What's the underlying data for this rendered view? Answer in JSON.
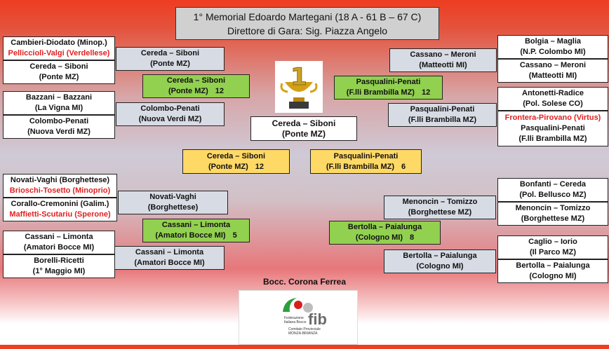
{
  "header": {
    "line1": "1° Memorial Edoardo Martegani (18 A - 61 B – 67 C)",
    "line2": "Direttore di Gara: Sig. Piazza Angelo"
  },
  "left": {
    "r1": [
      {
        "l1": "Cambieri-Diodato (Minop.)",
        "l2": "Pellicciolì-Valgi (Verdellese)",
        "l2_red": true
      },
      {
        "l1": "Cereda – Siboni",
        "l2": "(Ponte MZ)"
      },
      {
        "l1": "Bazzani – Bazzani",
        "l2": "(La Vigna MI)"
      },
      {
        "l1": "Colombo-Penati",
        "l2": "(Nuova Verdi MZ)"
      },
      {
        "l1": "Novati-Vaghi (Borghettese)",
        "l2": "Brioschi-Tosetto (Minoprio)",
        "l2_red": true
      },
      {
        "l1": "Corallo-Cremonini (Galim.)",
        "l2": "Maffietti-Scutariu (Sperone)",
        "l2_red": true
      },
      {
        "l1": "Cassani – Limonta",
        "l2": "(Amatori Bocce MI)"
      },
      {
        "l1": "Borelli-Ricetti",
        "l2": "(1° Maggio MI)"
      }
    ],
    "r2": [
      {
        "l1": "Cereda – Siboni",
        "l2": "(Ponte MZ)"
      },
      {
        "l1": "Colombo-Penati",
        "l2": "(Nuova Verdi MZ)"
      },
      {
        "l1": "Novati-Vaghi",
        "l2": "(Borghettese)"
      },
      {
        "l1": "Cassani – Limonta",
        "l2": "(Amatori Bocce MI)"
      }
    ],
    "qf": [
      {
        "l1": "Cereda – Siboni",
        "l2": "(Ponte MZ)",
        "score": "12"
      },
      {
        "l1": "Cassani – Limonta",
        "l2": "(Amatori Bocce MI)",
        "score": "5"
      }
    ],
    "sf": {
      "l1": "Cereda – Siboni",
      "l2": "(Ponte MZ)",
      "score": "12"
    }
  },
  "right": {
    "r1": [
      {
        "l1": "Bolgia – Maglia",
        "l2": "(N.P. Colombo MI)"
      },
      {
        "l1": "Cassano – Meroni",
        "l2": "(Matteotti MI)"
      },
      {
        "l1": "Antonetti-Radice",
        "l2": "(Pol. Solese CO)"
      },
      {
        "l1": "Frontera-Pirovano (Virtus)",
        "l1_red": true,
        "l2": "Pasqualini-Penati",
        "l3": "(F.lli Brambilla MZ)"
      },
      {
        "l1": "Bonfanti – Cereda",
        "l2": "(Pol. Bellusco MZ)"
      },
      {
        "l1": "Menoncin – Tomizzo",
        "l2": "(Borghettese MZ)"
      },
      {
        "l1": "Caglio – Iorio",
        "l2": "(Il Parco MZ)"
      },
      {
        "l1": "Bertolla – Paialunga",
        "l2": "(Cologno MI)"
      }
    ],
    "r2": [
      {
        "l1": "Cassano – Meroni",
        "l2": "(Matteotti MI)"
      },
      {
        "l1": "Pasqualini-Penati",
        "l2": "(F.lli Brambilla MZ)"
      },
      {
        "l1": "Menoncin – Tomizzo",
        "l2": "(Borghettese MZ)"
      },
      {
        "l1": "Bertolla – Paialunga",
        "l2": "(Cologno MI)"
      }
    ],
    "qf": [
      {
        "l1": "Pasqualini-Penati",
        "l2": "(F.lli Brambilla MZ)",
        "score": "12"
      },
      {
        "l1": "Bertolla – Paialunga",
        "l2": "(Cologno MI)",
        "score": "8"
      }
    ],
    "sf": {
      "l1": "Pasqualini-Penati",
      "l2": "(F.lli Brambilla MZ)",
      "score": "6"
    }
  },
  "final": {
    "l1": "Cereda – Siboni",
    "l2": "(Ponte MZ)"
  },
  "footer": {
    "title": "Bocc. Corona Ferrea",
    "logo_text": "fib",
    "logo_sub1": "Federazione",
    "logo_sub2": "Italiana Bocce",
    "logo_sub3": "Comitato Provinciale",
    "logo_sub4": "MONZA-BRIANZA"
  },
  "trophy_number": "1",
  "colors": {
    "white_box": "#ffffff",
    "grey_box": "#d7dbe4",
    "green_box": "#92d050",
    "yellow_box": "#ffd966",
    "red_text": "#e02020"
  }
}
